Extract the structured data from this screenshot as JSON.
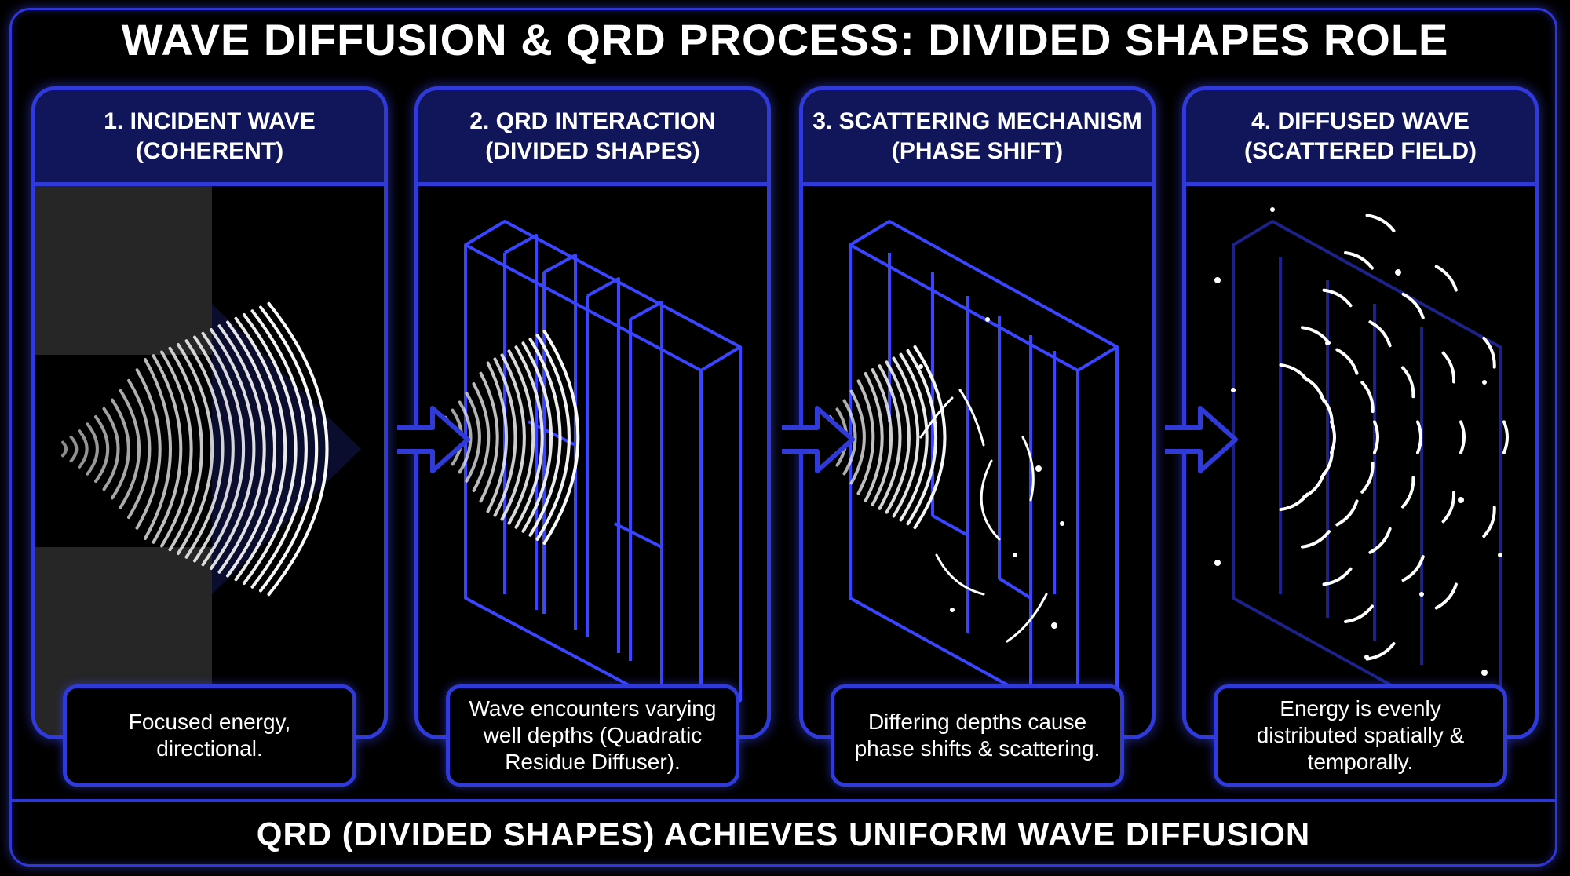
{
  "title": "WAVE DIFFUSION & QRD PROCESS: DIVIDED SHAPES ROLE",
  "panels": [
    {
      "head_line1": "1. INCIDENT WAVE",
      "head_line2": "(COHERENT)",
      "caption": "Focused energy, directional."
    },
    {
      "head_line1": "2. QRD INTERACTION",
      "head_line2": "(DIVIDED SHAPES)",
      "caption": "Wave encounters varying well depths (Quadratic Residue Diffuser)."
    },
    {
      "head_line1": "3. SCATTERING MECHANISM",
      "head_line2": "(PHASE SHIFT)",
      "caption": "Differing depths cause phase shifts & scattering."
    },
    {
      "head_line1": "4. DIFFUSED WAVE",
      "head_line2": "(SCATTERED FIELD)",
      "caption": "Energy is evenly distributed spatially & temporally."
    }
  ],
  "footer": "QRD (DIVIDED SHAPES) ACHIEVES UNIFORM WAVE DIFFUSION",
  "colors": {
    "accent": "#2f3ad9",
    "header_fill": "#11165a",
    "glow": "#6b7dff",
    "wave": "#ffffff",
    "background": "#000000"
  }
}
